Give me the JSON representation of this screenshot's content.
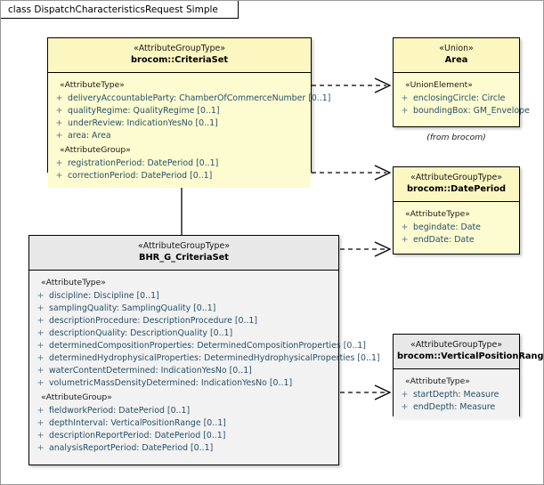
{
  "diagram": {
    "frame_label": "class DispatchCharacteristicsRequest Simple",
    "visibility_public": "+"
  },
  "classes": {
    "criteria_set": {
      "stereotype": "«AttributeGroupType»",
      "name": "brocom::CriteriaSet",
      "groups": [
        {
          "label": "«AttributeType»",
          "attributes": [
            "deliveryAccountableParty: ChamberOfCommerceNumber [0..1]",
            "qualityRegime: QualityRegime [0..1]",
            "underReview: IndicationYesNo [0..1]",
            "area: Area"
          ]
        },
        {
          "label": "«AttributeGroup»",
          "attributes": [
            "registrationPeriod: DatePeriod [0..1]",
            "correctionPeriod: DatePeriod [0..1]"
          ]
        }
      ]
    },
    "bhr_g_criteria_set": {
      "stereotype": "«AttributeGroupType»",
      "name": "BHR_G_CriteriaSet",
      "groups": [
        {
          "label": "«AttributeType»",
          "attributes": [
            "discipline: Discipline [0..1]",
            "samplingQuality: SamplingQuality [0..1]",
            "descriptionProcedure: DescriptionProcedure [0..1]",
            "descriptionQuality: DescriptionQuality [0..1]",
            "determinedCompositionProperties: DeterminedCompositionProperties [0..1]",
            "determinedHydrophysicalProperties: DeterminedHydrophysicalProperties [0..1]",
            "waterContentDetermined: IndicationYesNo [0..1]",
            "volumetricMassDensityDetermined: IndicationYesNo [0..1]"
          ]
        },
        {
          "label": "«AttributeGroup»",
          "attributes": [
            "fieldworkPeriod: DatePeriod [0..1]",
            "depthInterval: VerticalPositionRange [0..1]",
            "descriptionReportPeriod: DatePeriod [0..1]",
            "analysisReportPeriod: DatePeriod [0..1]"
          ]
        }
      ]
    },
    "area": {
      "stereotype": "«Union»",
      "name": "Area",
      "package_note": "(from brocom)",
      "groups": [
        {
          "label": "«UnionElement»",
          "attributes": [
            "enclosingCircle: Circle",
            "boundingBox: GM_Envelope"
          ]
        }
      ]
    },
    "date_period": {
      "stereotype": "«AttributeGroupType»",
      "name": "brocom::DatePeriod",
      "groups": [
        {
          "label": "«AttributeType»",
          "attributes": [
            "begindate: Date",
            "endDate: Date"
          ]
        }
      ]
    },
    "vertical_position_range": {
      "stereotype": "«AttributeGroupType»",
      "name": "brocom::VerticalPositionRange",
      "groups": [
        {
          "label": "«AttributeType»",
          "attributes": [
            "startDepth: Measure",
            "endDepth: Measure"
          ]
        }
      ]
    }
  },
  "connectors": [
    {
      "name": "criteriaset-to-area",
      "type": "dependency",
      "from": "brocom::CriteriaSet",
      "to": "Area"
    },
    {
      "name": "criteriaset-to-dateperiod",
      "type": "dependency",
      "from": "brocom::CriteriaSet",
      "to": "brocom::DatePeriod"
    },
    {
      "name": "bhr-to-dateperiod",
      "type": "dependency",
      "from": "BHR_G_CriteriaSet",
      "to": "brocom::DatePeriod"
    },
    {
      "name": "bhr-to-verticalpositionrange",
      "type": "dependency",
      "from": "BHR_G_CriteriaSet",
      "to": "brocom::VerticalPositionRange"
    },
    {
      "name": "bhr-generalizes-criteriaset",
      "type": "generalization",
      "from": "BHR_G_CriteriaSet",
      "to": "brocom::CriteriaSet"
    }
  ],
  "colors": {
    "external_fill": "#fdfbd0",
    "local_fill": "#f2f2f2",
    "border": "#000000",
    "attribute_text": "#27506b"
  }
}
